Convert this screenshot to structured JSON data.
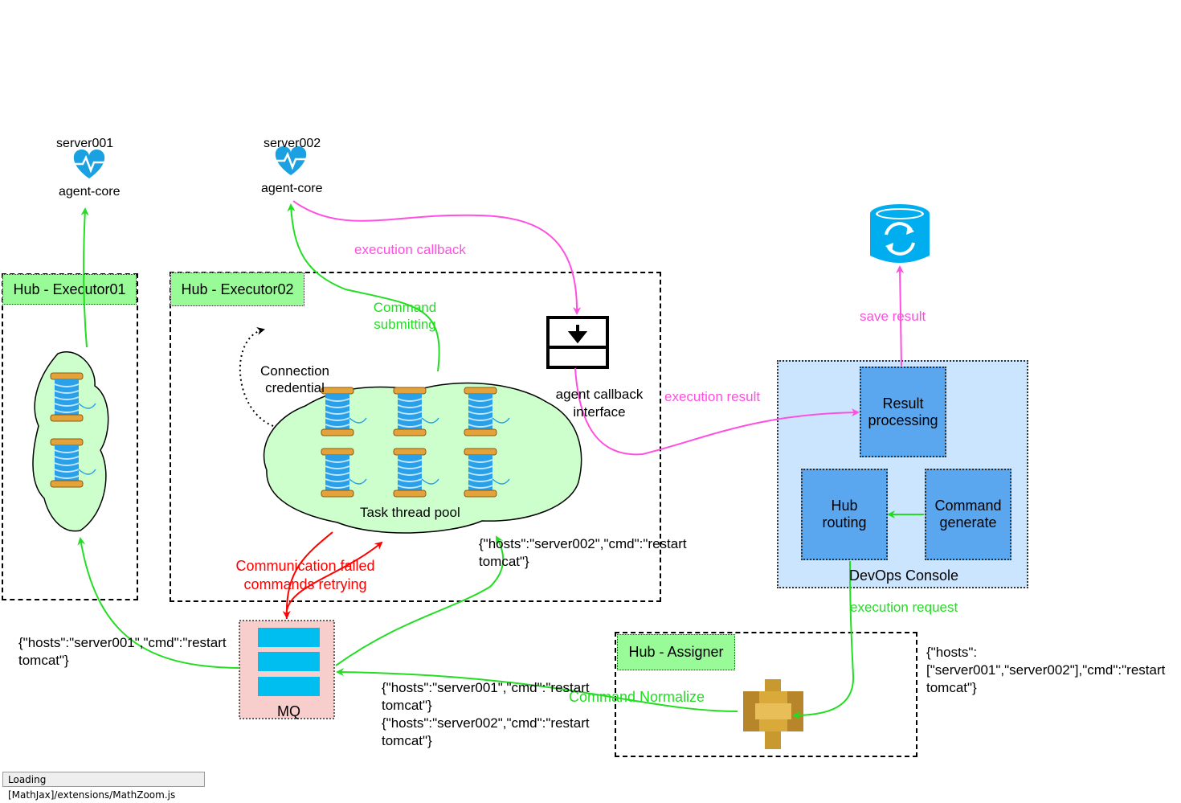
{
  "servers": {
    "s1_name": "server001",
    "s1_agent": "agent-core",
    "s2_name": "server002",
    "s2_agent": "agent-core"
  },
  "containers": {
    "executor01": "Hub - Executor01",
    "executor02": "Hub - Executor02",
    "assigner": "Hub - Assigner",
    "console": "DevOps Console"
  },
  "nodes": {
    "task_pool": "Task thread pool",
    "agent_callback_line1": "agent callback",
    "agent_callback_line2": "interface",
    "result_processing_1": "Result",
    "result_processing_2": "processing",
    "hub_routing_1": "Hub",
    "hub_routing_2": "routing",
    "command_generate_1": "Command",
    "command_generate_2": "generate",
    "mq": "MQ",
    "connection_1": "Connection",
    "connection_2": "credential"
  },
  "edges": {
    "execution_callback": "execution callback",
    "command_submitting_1": "Command",
    "command_submitting_2": "submitting",
    "execution_result": "execution result",
    "save_result": "save result",
    "execution_request": "execution request",
    "command_normalize": "Command Normalize",
    "comm_failed_1": "Communication failed",
    "comm_failed_2": "commands retrying"
  },
  "payloads": {
    "server002_msg_1": "{\"hosts\":\"server002\",\"cmd\":\"restart",
    "server002_msg_2": "tomcat\"}",
    "server001_msg_1": "{\"hosts\":\"server001\",\"cmd\":\"restart",
    "server001_msg_2": "tomcat\"}",
    "normalized_1": "{\"hosts\":\"server001\",\"cmd\":\"restart",
    "normalized_2": "tomcat\"}",
    "normalized_3": "{\"hosts\":\"server002\",\"cmd\":\"restart",
    "normalized_4": "tomcat\"}",
    "request_1": "{\"hosts\":",
    "request_2": "[\"server001\",\"server002\"],\"cmd\":\"restart",
    "request_3": "tomcat\"}"
  },
  "icons": {
    "heartbeat": "heart-pulse-icon",
    "thread": "thread-spool-icon",
    "callback_interface": "download-tray-icon",
    "database_sync": "database-sync-icon",
    "assigner": "api-gateway-icon",
    "mq": "message-queue-icon"
  },
  "colors": {
    "pink": "#FF4FE0",
    "green": "#22DD22",
    "red": "#FF0000",
    "cloud": "#CCFFCC",
    "console_bg": "#CCE5FF",
    "box_blue": "#5AA7F0",
    "mq_bg": "#F8CECC",
    "mq_bar": "#00BFF0",
    "heart": "#1BA1E2"
  },
  "status_bar": "Loading [MathJax]/extensions/MathZoom.js"
}
